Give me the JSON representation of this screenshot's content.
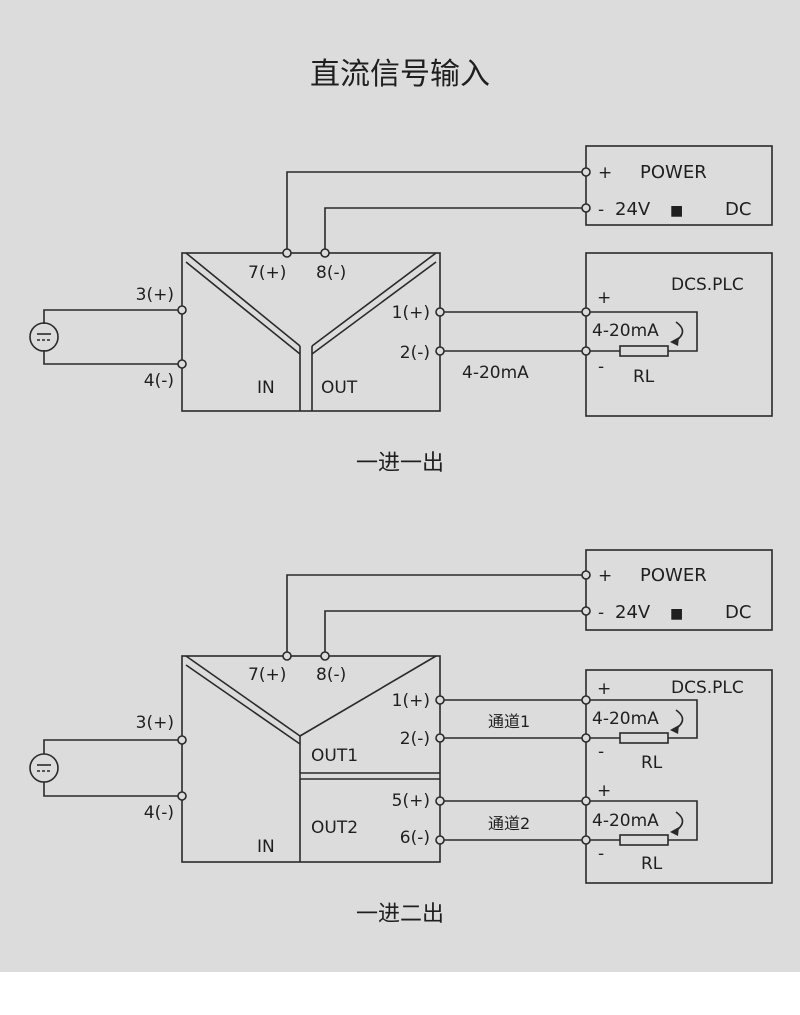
{
  "title": "直流信号输入",
  "colors": {
    "background": "#dcdcdc",
    "line": "#2a2a2a",
    "text": "#1f1f1f",
    "page": "#ffffff"
  },
  "diagrams": [
    {
      "caption": "一进一出",
      "power": {
        "plus": "+",
        "minus": "-",
        "name": "POWER",
        "voltage": "24V",
        "symbol": "■",
        "type": "DC"
      },
      "module": {
        "terminals": {
          "t7": "7(+)",
          "t8": "8(-)",
          "t3": "3(+)",
          "t4": "4(-)",
          "t1": "1(+)",
          "t2": "2(-)"
        },
        "in_label": "IN",
        "out_label": "OUT"
      },
      "signal_label": "4-20mA",
      "dcs": {
        "name": "DCS.PLC",
        "plus": "+",
        "minus": "-",
        "current": "4-20mA",
        "resistor": "RL"
      }
    },
    {
      "caption": "一进二出",
      "power": {
        "plus": "+",
        "minus": "-",
        "name": "POWER",
        "voltage": "24V",
        "symbol": "■",
        "type": "DC"
      },
      "module": {
        "terminals": {
          "t7": "7(+)",
          "t8": "8(-)",
          "t3": "3(+)",
          "t4": "4(-)",
          "t1": "1(+)",
          "t2": "2(-)",
          "t5": "5(+)",
          "t6": "6(-)"
        },
        "in_label": "IN",
        "out1_label": "OUT1",
        "out2_label": "OUT2"
      },
      "channel1_label": "通道1",
      "channel2_label": "通道2",
      "dcs": {
        "name": "DCS.PLC",
        "ch1": {
          "plus": "+",
          "minus": "-",
          "current": "4-20mA",
          "resistor": "RL"
        },
        "ch2": {
          "plus": "+",
          "minus": "-",
          "current": "4-20mA",
          "resistor": "RL"
        }
      }
    }
  ]
}
